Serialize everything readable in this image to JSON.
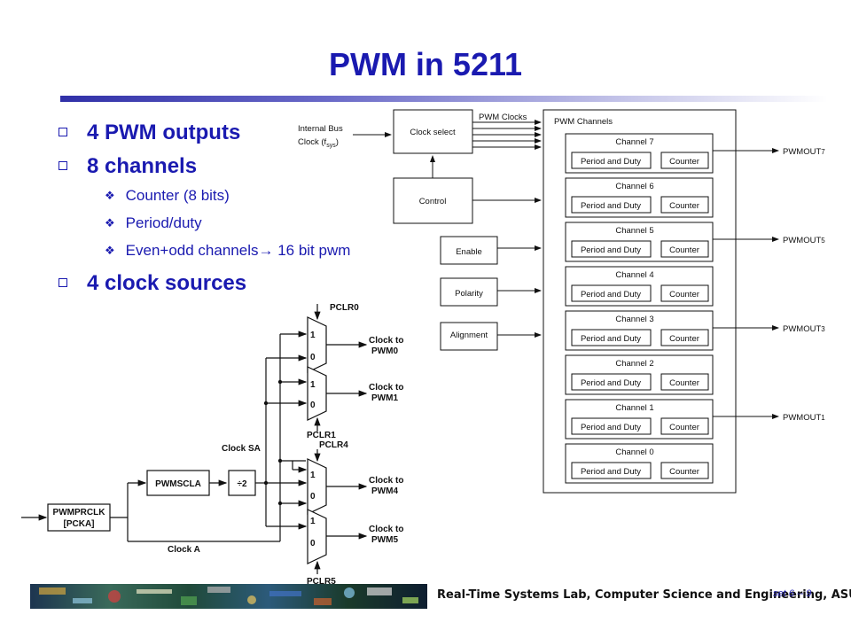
{
  "slide": {
    "title": "PWM in 5211",
    "bullets": [
      {
        "text": "4 PWM outputs"
      },
      {
        "text": "8 channels",
        "sub": [
          "Counter (8 bits)",
          "Period/duty",
          "Even+odd channels",
          " 16 bit pwm"
        ]
      },
      {
        "text": "4 clock sources"
      }
    ],
    "arrow_glyph": "→",
    "footer": "Real-Time Systems Lab, Computer Science and Engineering, ASU",
    "slide_number": "set 6 -- 9"
  },
  "block_diagram": {
    "internal_bus_line1": "Internal Bus",
    "internal_bus_line2": "Clock (f",
    "internal_bus_sub": "sys",
    "internal_bus_end": ")",
    "clock_select": "Clock select",
    "control": "Control",
    "pwm_clocks": "PWM Clocks",
    "pwm_channels": "PWM Channels",
    "enable": "Enable",
    "polarity": "Polarity",
    "alignment": "Alignment",
    "channels": [
      "Channel 7",
      "Channel 6",
      "Channel 5",
      "Channel 4",
      "Channel 3",
      "Channel 2",
      "Channel 1",
      "Channel 0"
    ],
    "period_duty": "Period and Duty",
    "counter": "Counter",
    "outputs": [
      {
        "label": "PWMOUT",
        "num": "7"
      },
      {
        "label": "PWMOUT",
        "num": "5"
      },
      {
        "label": "PWMOUT",
        "num": "3"
      },
      {
        "label": "PWMOUT",
        "num": "1"
      }
    ]
  },
  "clock_diagram": {
    "pclr0": "PCLR0",
    "pclr1": "PCLR1",
    "pclr4": "PCLR4",
    "pclr5": "PCLR5",
    "clock_to": "Clock to",
    "pwm0": "PWM0",
    "pwm1": "PWM1",
    "pwm4": "PWM4",
    "pwm5": "PWM5",
    "clock_sa": "Clock SA",
    "clock_a": "Clock A",
    "pwmscla": "PWMSCLA",
    "div2": "÷2",
    "pwmprclk_line1": "PWMPRCLK",
    "pwmprclk_line2": "[PCKA]",
    "mux_one": "1",
    "mux_zero": "0"
  }
}
